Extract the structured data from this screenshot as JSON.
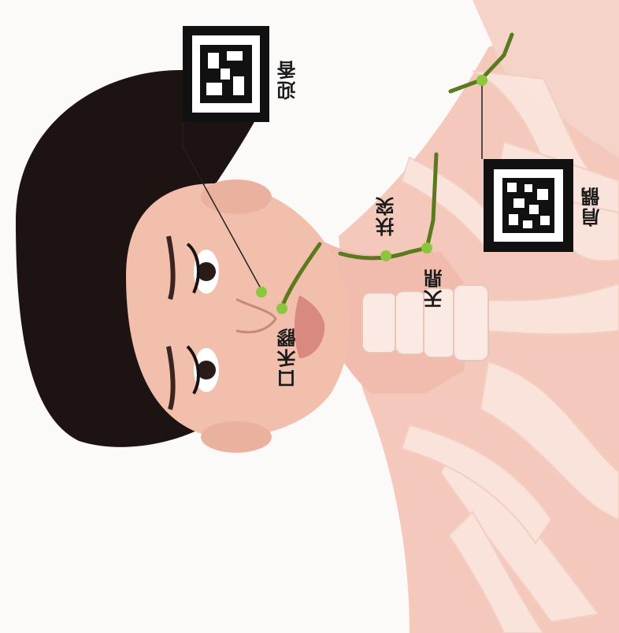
{
  "image": {
    "description_colors": {
      "skin": "#f3c2b4",
      "hair": "#1b1211",
      "bone": "#fbe4dc",
      "meridian": "#5a7a1e",
      "point": "#8cc63f"
    }
  },
  "labels": {
    "yingxiang": "迎香",
    "kouheliao": "口禾髎",
    "futu": "扶突",
    "tianding": "天鼎",
    "jianyu": "肩髃"
  },
  "icons": {
    "marker_top": "ar-marker-icon",
    "marker_right": "ar-marker-icon"
  }
}
